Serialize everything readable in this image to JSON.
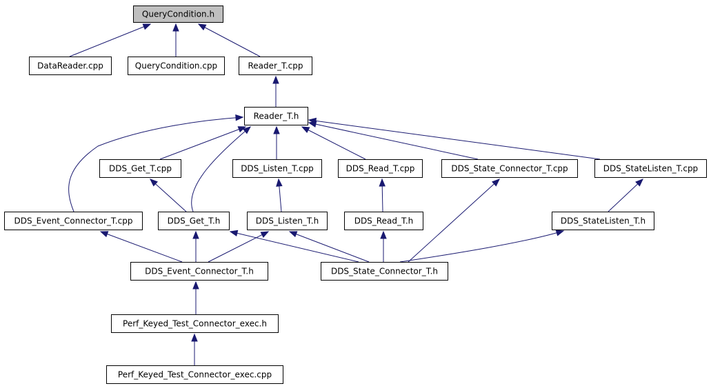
{
  "diagram": {
    "edge_color": "#191970",
    "root_fill": "#bfbfbf",
    "nodes": [
      {
        "id": "qc_h",
        "label": "QueryCondition.h",
        "root": true
      },
      {
        "id": "datareader_cpp",
        "label": "DataReader.cpp"
      },
      {
        "id": "qc_cpp",
        "label": "QueryCondition.cpp"
      },
      {
        "id": "reader_t_cpp",
        "label": "Reader_T.cpp"
      },
      {
        "id": "reader_t_h",
        "label": "Reader_T.h"
      },
      {
        "id": "get_t_cpp",
        "label": "DDS_Get_T.cpp"
      },
      {
        "id": "listen_t_cpp",
        "label": "DDS_Listen_T.cpp"
      },
      {
        "id": "read_t_cpp",
        "label": "DDS_Read_T.cpp"
      },
      {
        "id": "state_conn_t_cpp",
        "label": "DDS_State_Connector_T.cpp"
      },
      {
        "id": "statelisten_t_cpp",
        "label": "DDS_StateListen_T.cpp"
      },
      {
        "id": "event_conn_t_cpp",
        "label": "DDS_Event_Connector_T.cpp"
      },
      {
        "id": "get_t_h",
        "label": "DDS_Get_T.h"
      },
      {
        "id": "listen_t_h",
        "label": "DDS_Listen_T.h"
      },
      {
        "id": "read_t_h",
        "label": "DDS_Read_T.h"
      },
      {
        "id": "statelisten_t_h",
        "label": "DDS_StateListen_T.h"
      },
      {
        "id": "event_conn_t_h",
        "label": "DDS_Event_Connector_T.h"
      },
      {
        "id": "state_conn_t_h",
        "label": "DDS_State_Connector_T.h"
      },
      {
        "id": "perf_exec_h",
        "label": "Perf_Keyed_Test_Connector_exec.h"
      },
      {
        "id": "perf_exec_cpp",
        "label": "Perf_Keyed_Test_Connector_exec.cpp"
      }
    ],
    "edges": [
      {
        "from": "datareader_cpp",
        "to": "qc_h"
      },
      {
        "from": "qc_cpp",
        "to": "qc_h"
      },
      {
        "from": "reader_t_cpp",
        "to": "qc_h"
      },
      {
        "from": "reader_t_h",
        "to": "reader_t_cpp"
      },
      {
        "from": "event_conn_t_cpp",
        "to": "reader_t_h"
      },
      {
        "from": "get_t_cpp",
        "to": "reader_t_h"
      },
      {
        "from": "get_t_h",
        "to": "reader_t_h"
      },
      {
        "from": "listen_t_cpp",
        "to": "reader_t_h"
      },
      {
        "from": "read_t_cpp",
        "to": "reader_t_h"
      },
      {
        "from": "state_conn_t_cpp",
        "to": "reader_t_h"
      },
      {
        "from": "statelisten_t_cpp",
        "to": "reader_t_h"
      },
      {
        "from": "get_t_h",
        "to": "get_t_cpp"
      },
      {
        "from": "listen_t_h",
        "to": "listen_t_cpp"
      },
      {
        "from": "read_t_h",
        "to": "read_t_cpp"
      },
      {
        "from": "statelisten_t_h",
        "to": "statelisten_t_cpp"
      },
      {
        "from": "state_conn_t_h",
        "to": "state_conn_t_cpp"
      },
      {
        "from": "event_conn_t_h",
        "to": "event_conn_t_cpp"
      },
      {
        "from": "event_conn_t_h",
        "to": "get_t_h"
      },
      {
        "from": "event_conn_t_h",
        "to": "listen_t_h"
      },
      {
        "from": "state_conn_t_h",
        "to": "get_t_h"
      },
      {
        "from": "state_conn_t_h",
        "to": "listen_t_h"
      },
      {
        "from": "state_conn_t_h",
        "to": "read_t_h"
      },
      {
        "from": "state_conn_t_h",
        "to": "statelisten_t_h"
      },
      {
        "from": "perf_exec_h",
        "to": "event_conn_t_h"
      },
      {
        "from": "perf_exec_cpp",
        "to": "perf_exec_h"
      }
    ]
  }
}
